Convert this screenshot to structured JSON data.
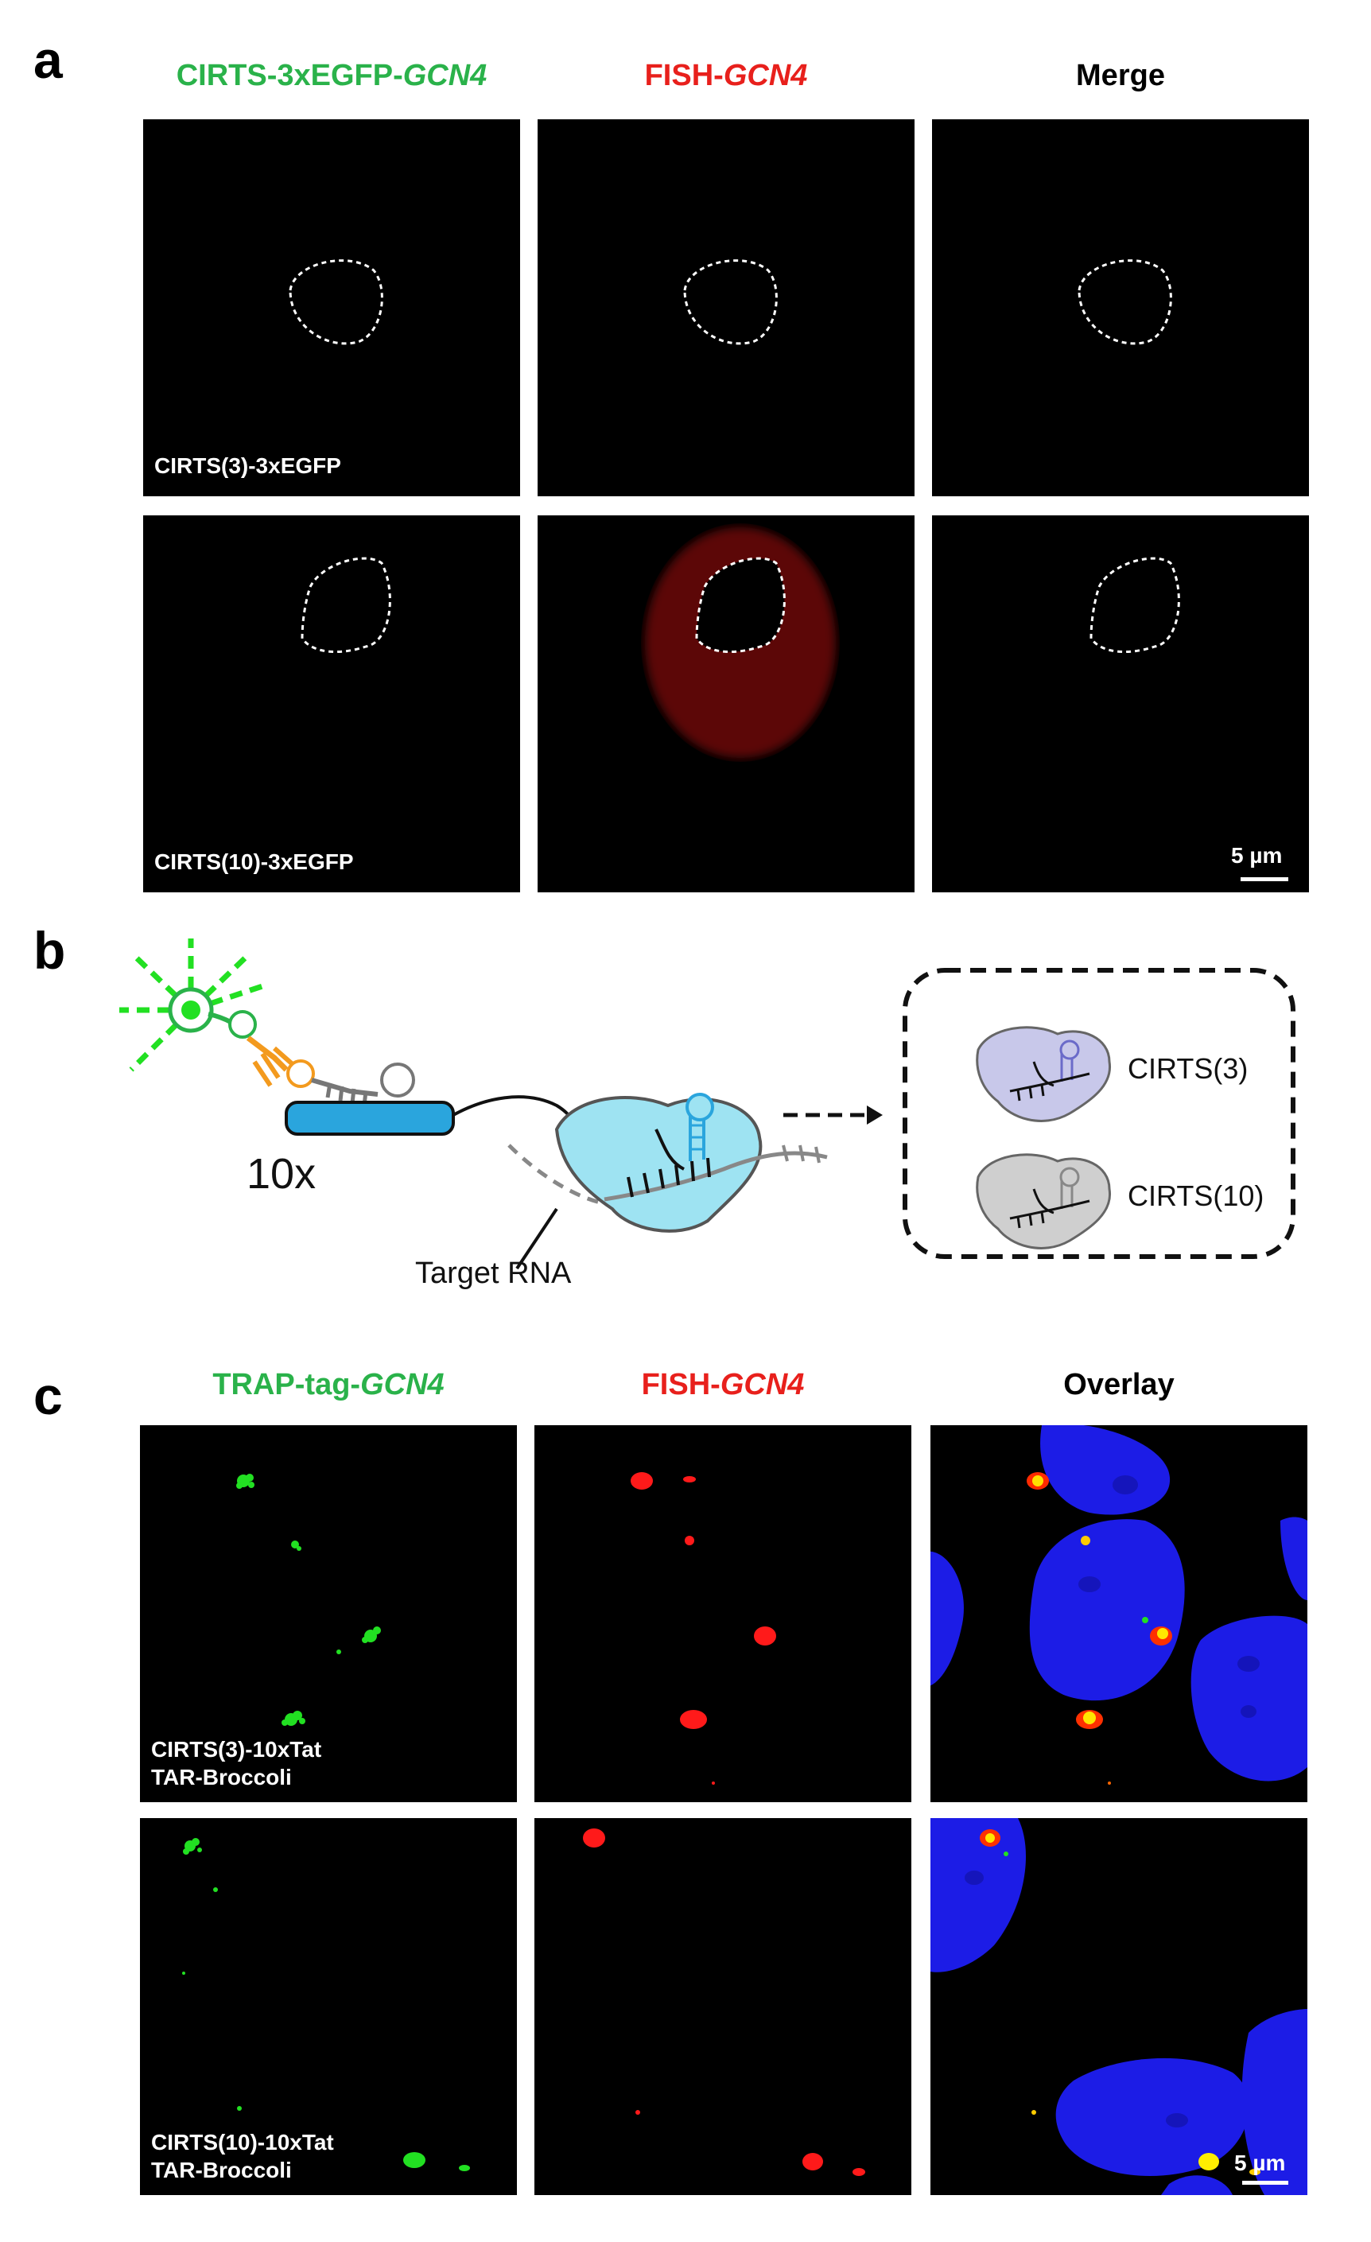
{
  "panel_a": {
    "label": "a",
    "col_headers": {
      "green_prefix": "CIRTS-3xEGFP-",
      "green_italic": "GCN4",
      "red_prefix": "FISH-",
      "red_italic": "GCN4",
      "merge": "Merge"
    },
    "row1_label": "CIRTS(3)-3xEGFP",
    "row2_label": "CIRTS(10)-3xEGFP",
    "scale_bar": "5 µm"
  },
  "panel_b": {
    "label": "b",
    "tag_count": "10x",
    "target_label": "Target RNA",
    "box_items": [
      "CIRTS(3)",
      "CIRTS(10)"
    ]
  },
  "panel_c": {
    "label": "c",
    "col_headers": {
      "green_prefix": "TRAP-tag-",
      "green_italic": "GCN4",
      "red_prefix": "FISH-",
      "red_italic": "GCN4",
      "overlay": "Overlay"
    },
    "row1_label_line1": "CIRTS(3)-10xTat",
    "row1_label_line2": "TAR-Broccoli",
    "row2_label_line1": "CIRTS(10)-10xTat",
    "row2_label_line2": "TAR-Broccoli",
    "scale_bar": "5 µm"
  },
  "colors": {
    "gfp_green": "#2ab24a",
    "fish_red": "#e8201c",
    "dapi_blue": "#1c1ce6",
    "protein_cyan": "#7fd8ec",
    "tag_blue": "#2aa5dd",
    "orange": "#f39a1e"
  }
}
